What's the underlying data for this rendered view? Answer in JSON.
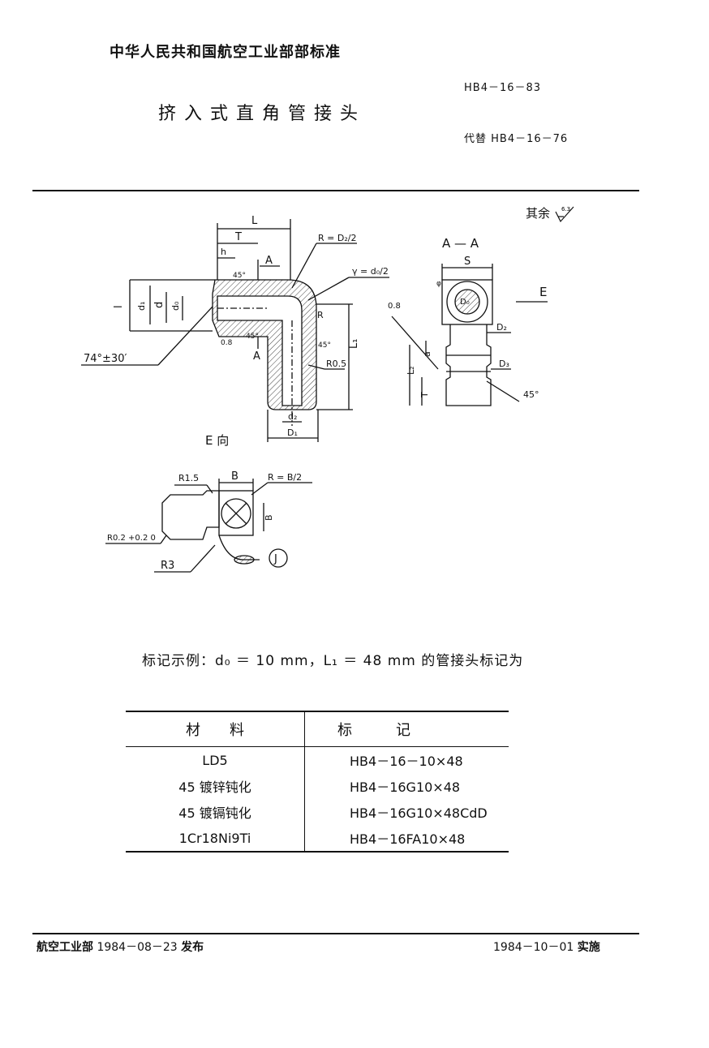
{
  "header": {
    "organization": "中华人民共和国航空工业部部标准",
    "title": "挤入式直角管接头",
    "standard_no": "HB4－16－83",
    "replaces": "代替 HB4－16－76"
  },
  "surface_note": {
    "label": "其余",
    "roughness": "6.3"
  },
  "drawing": {
    "main_view": {
      "L": "L",
      "T": "T",
      "h": "h",
      "angle45": "45°",
      "A": "A",
      "R_d2": "R = D₂/2",
      "r_d0": "γ = d₀/2",
      "d1": "d₁",
      "d": "d",
      "d0": "d₀",
      "l": "l",
      "R": "R",
      "L1": "L₁",
      "R05": "R0.5",
      "d2": "d₂",
      "D1": "D₁",
      "angle74": "74°±30′",
      "r08": "0.8"
    },
    "section_view": {
      "title": "A — A",
      "S": "S",
      "D0": "D₀",
      "E": "E",
      "r08": "0.8",
      "D2": "D₂",
      "D3": "D₃",
      "a": "a",
      "L2": "L₂",
      "T": "T",
      "angle45": "45°",
      "phi": "φ"
    },
    "e_view": {
      "title": "E 向",
      "R15": "R1.5",
      "B": "B",
      "R_b2": "R = B/2",
      "R02": "R0.2 +0.2 0",
      "R3": "R3",
      "J": "J",
      "Bv": "B"
    }
  },
  "marking_example": "标记示例：d₀ ＝ 10 mm，L₁ ＝ 48 mm 的管接头标记为",
  "table": {
    "headers": [
      "材　　料",
      "标　　　记"
    ],
    "rows": [
      [
        "LD5",
        "HB4－16－10×48"
      ],
      [
        "45 镀锌钝化",
        "HB4－16G10×48"
      ],
      [
        "45 镀镉钝化",
        "HB4－16G10×48CdD"
      ],
      [
        "1Cr18Ni9Ti",
        "HB4－16FA10×48"
      ]
    ]
  },
  "footer": {
    "issuer": "航空工业部",
    "issue_date": "1984－08－23",
    "issue_word": "发布",
    "impl_date": "1984－10－01",
    "impl_word": "实施"
  }
}
